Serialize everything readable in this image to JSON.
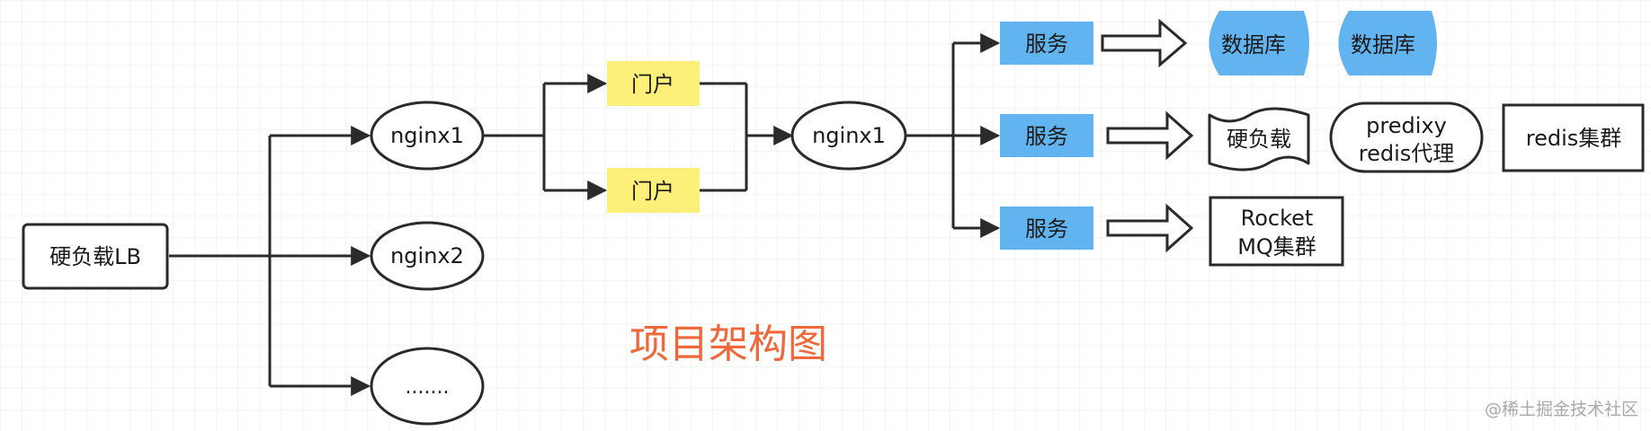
{
  "diagram": {
    "lb": "硬负载LB",
    "nginx_tier1": [
      "nginx1",
      "nginx2",
      "......."
    ],
    "portals": [
      "门户",
      "门户"
    ],
    "nginx_tier2": "nginx1",
    "services": [
      "服务",
      "服务",
      "服务"
    ],
    "db": [
      "数据库",
      "数据库"
    ],
    "hard_load": "硬负载",
    "predixy": [
      "predixy",
      "redis代理"
    ],
    "redis_cluster": "redis集群",
    "rocketmq": [
      "Rocket",
      "MQ集群"
    ],
    "title": "项目架构图",
    "watermark": "@稀土掘金技术社区"
  },
  "colors": {
    "portal_fill": "#fdf07a",
    "service_fill": "#62b4f0",
    "db_fill": "#62b4f0",
    "title": "#f0673a",
    "stroke": "#2a2a2a",
    "grid": "#e8e8e8",
    "watermark": "#a9a9a9"
  }
}
